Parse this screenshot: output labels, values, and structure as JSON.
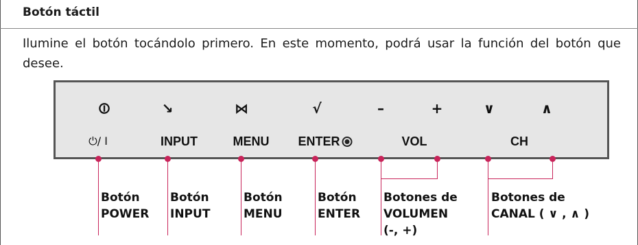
{
  "section": {
    "title": "Botón táctil",
    "description": "Ilumine el botón tocándolo primero. En este momento, podrá usar la función del botón que desee."
  },
  "panel": {
    "buttons": [
      {
        "id": "power",
        "symbol": "⏼",
        "label": "⏻/ I"
      },
      {
        "id": "input",
        "symbol": "↘",
        "label": "INPUT"
      },
      {
        "id": "menu",
        "symbol": "⋈",
        "label": "MENU"
      },
      {
        "id": "enter",
        "symbol": "√",
        "label": "ENTER"
      },
      {
        "id": "vol-minus",
        "symbol": "–"
      },
      {
        "id": "vol-plus",
        "symbol": "+"
      },
      {
        "id": "ch-down",
        "symbol": "∨"
      },
      {
        "id": "ch-up",
        "symbol": "∧"
      }
    ],
    "group_labels": {
      "vol": "VOL",
      "ch": "CH"
    }
  },
  "callouts": {
    "power": [
      "Botón",
      "POWER"
    ],
    "input": [
      "Botón",
      "INPUT"
    ],
    "menu": [
      "Botón",
      "MENU"
    ],
    "enter": [
      "Botón",
      "ENTER"
    ],
    "volume": [
      "Botones de",
      "VOLUMEN",
      "(-, +)"
    ],
    "channel": [
      "Botones de",
      "CANAL ( ∨ , ∧ )"
    ]
  },
  "colors": {
    "accent": "#c8245a",
    "panel_bg": "#e6e6e6",
    "panel_border": "#555555"
  }
}
